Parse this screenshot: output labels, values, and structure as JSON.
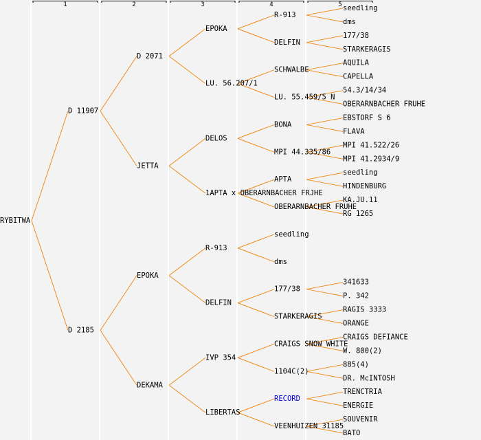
{
  "generations": [
    "1",
    "2",
    "3",
    "4",
    "5"
  ],
  "colors": {
    "edge": "#f08c1e",
    "text": "#000000",
    "link": "#0000e0",
    "background": "#f3f3f3",
    "divider": "#ffffff"
  },
  "pedigree": {
    "label": "RYBITWA",
    "children": [
      {
        "label": "D 11907",
        "children": [
          {
            "label": "D 2071",
            "children": [
              {
                "label": "EPOKA",
                "children": [
                  {
                    "label": "R-913",
                    "children": [
                      {
                        "label": "seedling"
                      },
                      {
                        "label": "dms"
                      }
                    ]
                  },
                  {
                    "label": "DELFIN",
                    "children": [
                      {
                        "label": "177/38"
                      },
                      {
                        "label": "STARKERAGIS"
                      }
                    ]
                  }
                ]
              },
              {
                "label": "LU. 56.207/1",
                "children": [
                  {
                    "label": "SCHWALBE",
                    "children": [
                      {
                        "label": "AQUILA"
                      },
                      {
                        "label": "CAPELLA"
                      }
                    ]
                  },
                  {
                    "label": "LU. 55.459/5 N",
                    "children": [
                      {
                        "label": "54.3/14/34"
                      },
                      {
                        "label": "OBERARNBACHER FRUHE"
                      }
                    ]
                  }
                ]
              }
            ]
          },
          {
            "label": "JETTA",
            "children": [
              {
                "label": "DELOS",
                "children": [
                  {
                    "label": "BONA",
                    "children": [
                      {
                        "label": "EBSTORF S 6"
                      },
                      {
                        "label": "FLAVA"
                      }
                    ]
                  },
                  {
                    "label": "MPI 44.335/86",
                    "children": [
                      {
                        "label": "MPI 41.522/26"
                      },
                      {
                        "label": "MPI 41.2934/9"
                      }
                    ]
                  }
                ]
              },
              {
                "label": "1APTA x OBERARNBACHER FRJHE",
                "children": [
                  {
                    "label": "APTA",
                    "children": [
                      {
                        "label": "seedling"
                      },
                      {
                        "label": "HINDENBURG"
                      }
                    ]
                  },
                  {
                    "label": "OBERARNBACHER FRUHE",
                    "children": [
                      {
                        "label": "KA.JU.11"
                      },
                      {
                        "label": "RG 1265"
                      }
                    ]
                  }
                ]
              }
            ]
          }
        ]
      },
      {
        "label": "D 2185",
        "children": [
          {
            "label": "EPOKA",
            "children": [
              {
                "label": "R-913",
                "children": [
                  {
                    "label": "seedling"
                  },
                  {
                    "label": "dms"
                  }
                ]
              },
              {
                "label": "DELFIN",
                "children": [
                  {
                    "label": "177/38",
                    "children": [
                      {
                        "label": "341633"
                      },
                      {
                        "label": "P. 342"
                      }
                    ]
                  },
                  {
                    "label": "STARKERAGIS",
                    "children": [
                      {
                        "label": "RAGIS 3333"
                      },
                      {
                        "label": "ORANGE"
                      }
                    ]
                  }
                ]
              }
            ]
          },
          {
            "label": "DEKAMA",
            "children": [
              {
                "label": "IVP 354",
                "children": [
                  {
                    "label": "CRAIGS SNOW WHITE",
                    "children": [
                      {
                        "label": "CRAIGS DEFIANCE"
                      },
                      {
                        "label": "W. 800(2)"
                      }
                    ]
                  },
                  {
                    "label": "1104C(2)",
                    "children": [
                      {
                        "label": "885(4)"
                      },
                      {
                        "label": "DR. McINTOSH"
                      }
                    ]
                  }
                ]
              },
              {
                "label": "LIBERTAS",
                "children": [
                  {
                    "label": "RECORD",
                    "link": true,
                    "children": [
                      {
                        "label": "TRENCTRIA"
                      },
                      {
                        "label": "ENERGIE"
                      }
                    ]
                  },
                  {
                    "label": "VEENHUIZEN 31185",
                    "children": [
                      {
                        "label": "SOUVENIR"
                      },
                      {
                        "label": "BATO"
                      }
                    ]
                  }
                ]
              }
            ]
          }
        ]
      }
    ]
  }
}
